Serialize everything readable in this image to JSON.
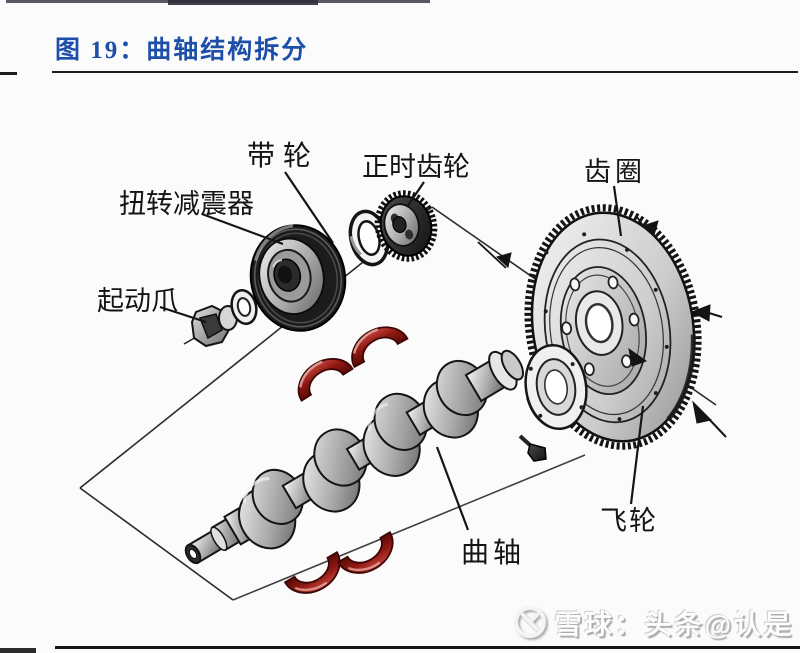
{
  "figure": {
    "title": "图 19：曲轴结构拆分",
    "title_color": "#1d4ea8"
  },
  "diagram": {
    "type": "exploded-view crankshaft assembly",
    "labels": {
      "belt_pulley": "带轮",
      "timing_gear": "正时齿轮",
      "ring_gear": "齿圈",
      "torsional_damper": "扭转减震器",
      "starting_claw": "起动爪",
      "crankshaft": "曲轴",
      "flywheel": "飞轮"
    },
    "colors": {
      "bearing_shell_red": "#8e1812",
      "outline": "#151515",
      "metal_light": "#f0f0f0",
      "metal_dark": "#5f5f5f",
      "pulley_dark": "#1c1c1c"
    }
  },
  "watermark": {
    "text": "雪球：头条@认是",
    "logo": "xueqiu-circle-x-icon"
  }
}
